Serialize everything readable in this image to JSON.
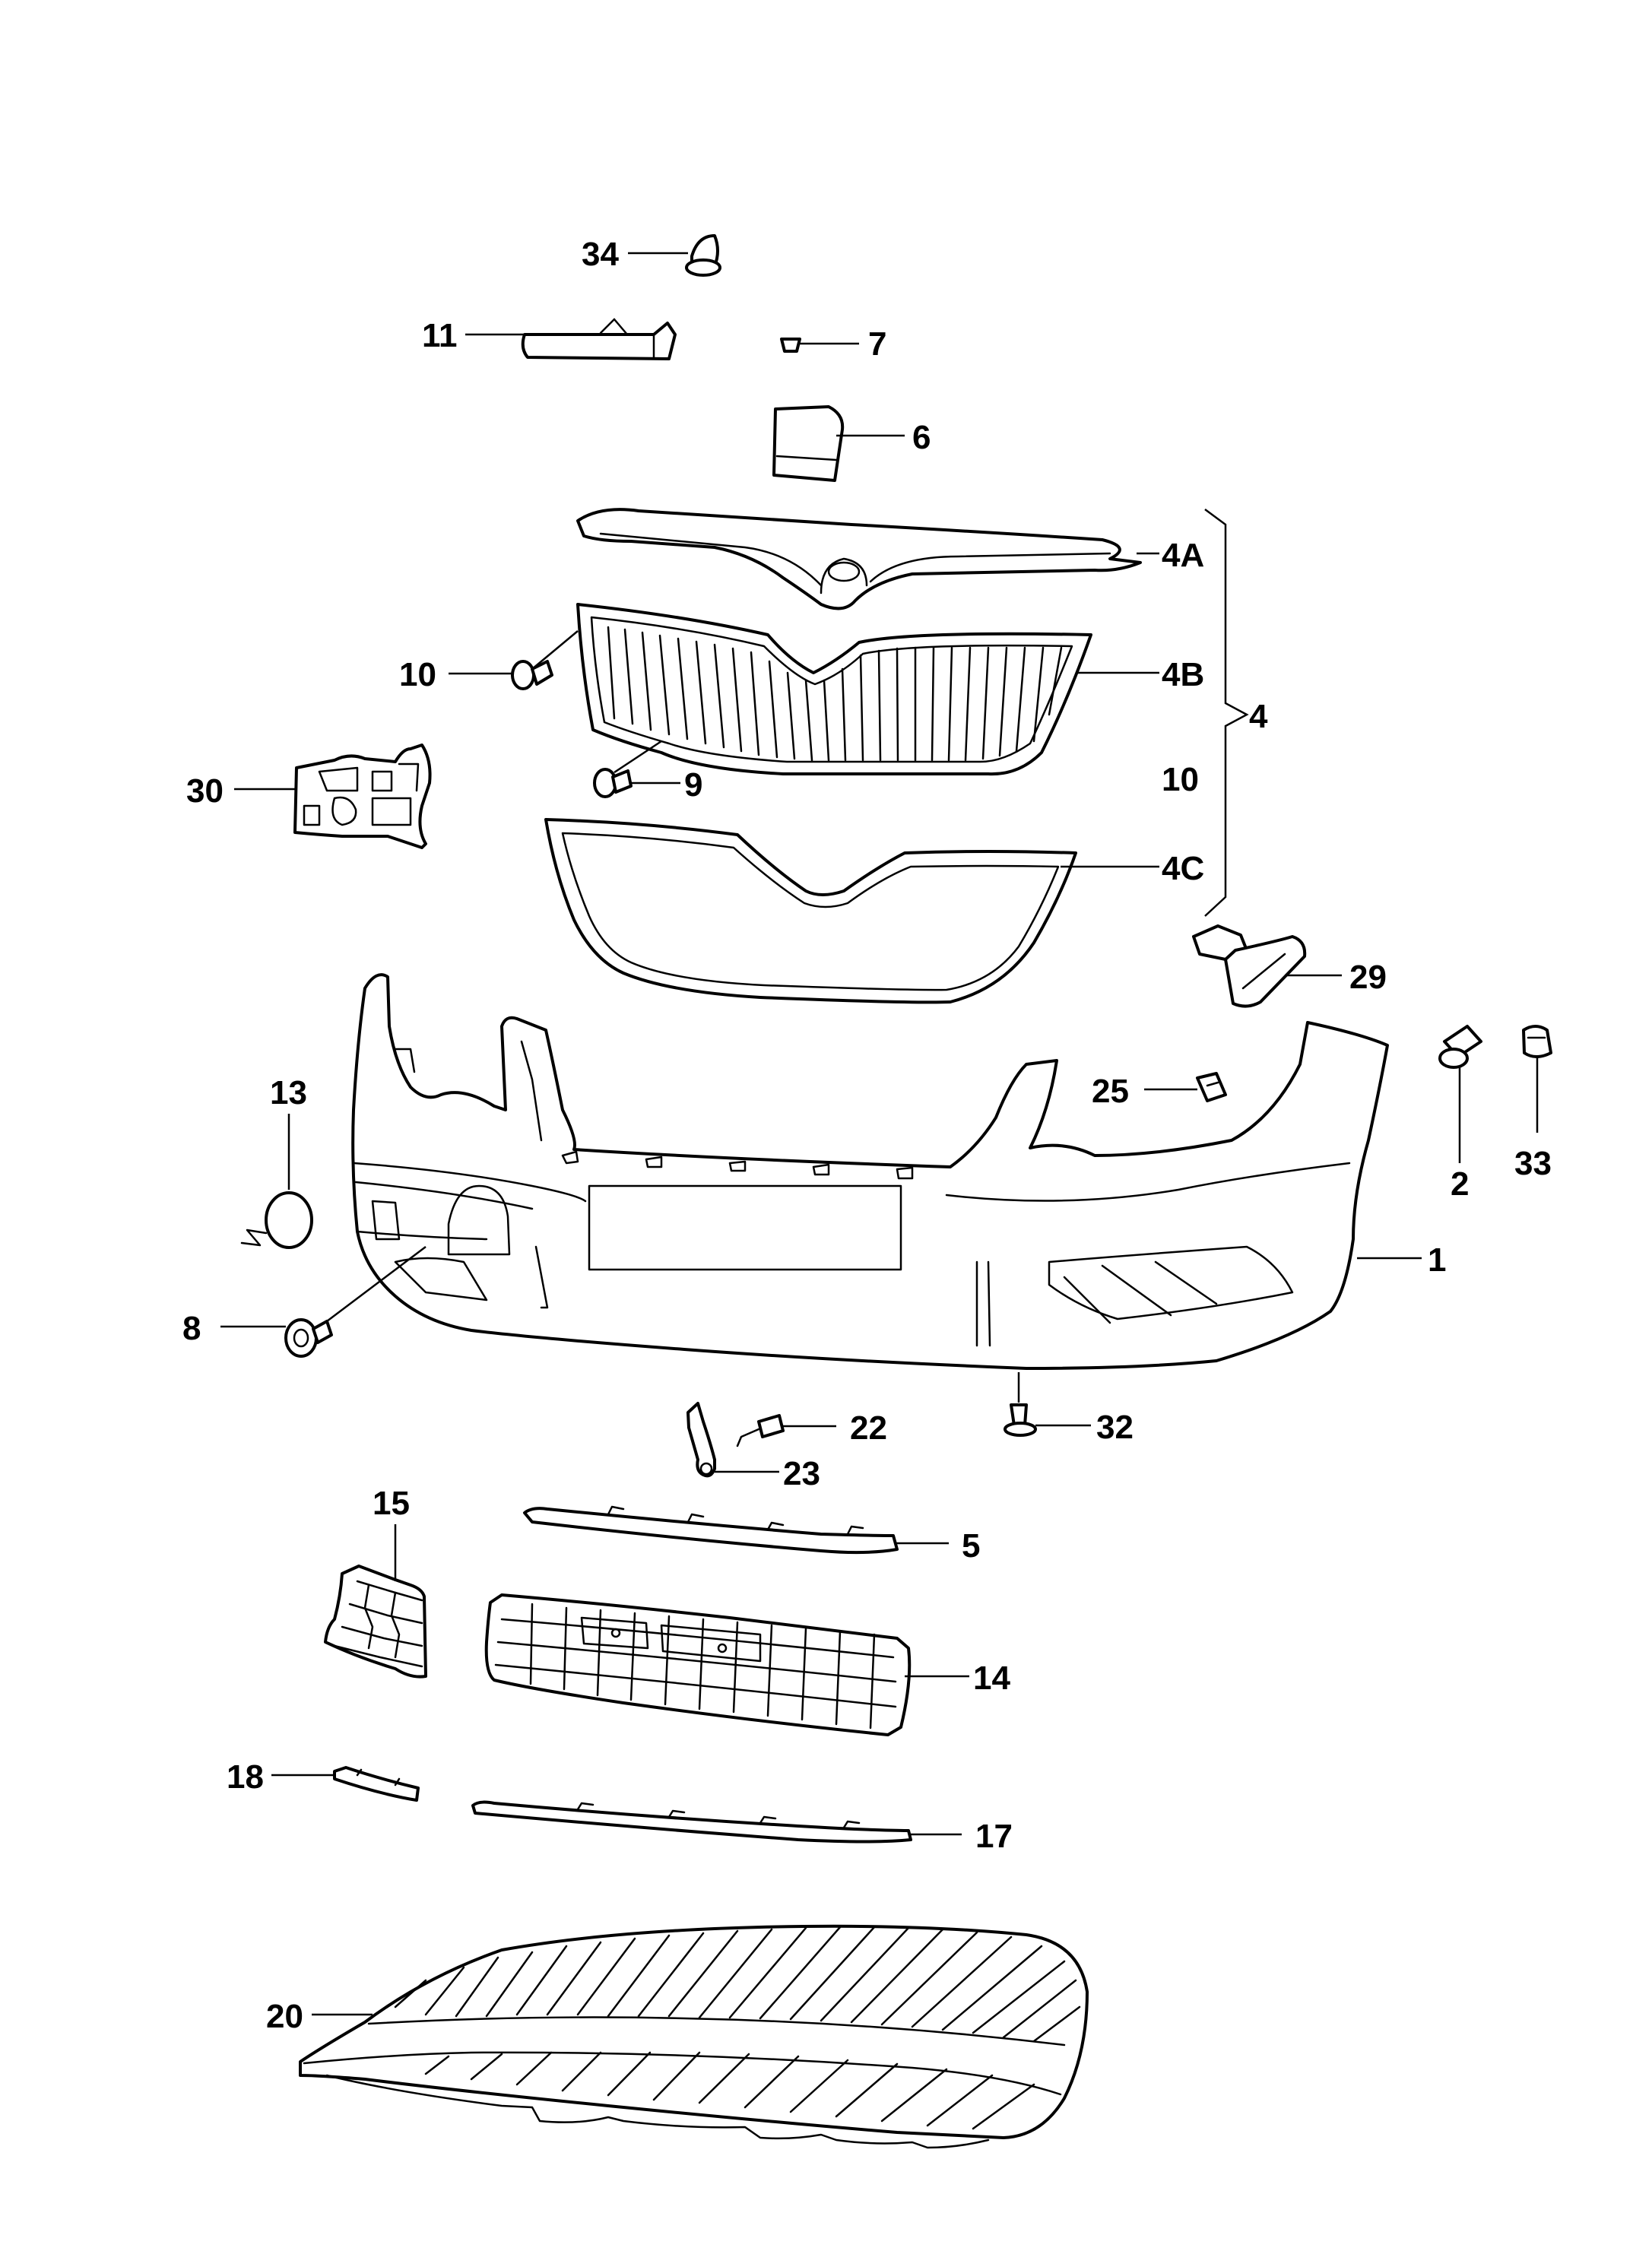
{
  "labels": {
    "p1": "1",
    "p2": "2",
    "p4": "4",
    "p4A": "4A",
    "p4B": "4B",
    "p4C": "4C",
    "p5": "5",
    "p6": "6",
    "p7": "7",
    "p8": "8",
    "p9": "9",
    "p10a": "10",
    "p10b": "10",
    "p11": "11",
    "p13": "13",
    "p14": "14",
    "p15": "15",
    "p17": "17",
    "p18": "18",
    "p20": "20",
    "p22": "22",
    "p23": "23",
    "p25": "25",
    "p29": "29",
    "p30": "30",
    "p32": "32",
    "p33": "33",
    "p34": "34"
  },
  "icons": {
    "p1": "front-bumper-cover",
    "p2": "screw",
    "p4A": "grille-upper-trim",
    "p4B": "radiator-grille",
    "p4C": "grille-frame",
    "p5": "chrome-trim-strip",
    "p6": "cover-cap",
    "p7": "clip",
    "p8": "screw",
    "p9": "expanding-rivet",
    "p10": "screw",
    "p11": "trim-strip",
    "p13": "tow-eye-cover",
    "p14": "lower-grille",
    "p15": "side-grille",
    "p17": "trim-strip",
    "p18": "trim-strip",
    "p20": "spoiler",
    "p22": "sensor",
    "p23": "bracket",
    "p25": "clip",
    "p29": "guide-bracket",
    "p30": "mounting-bracket",
    "p32": "screw",
    "p33": "clip-nut",
    "p34": "expanding-rivet"
  }
}
